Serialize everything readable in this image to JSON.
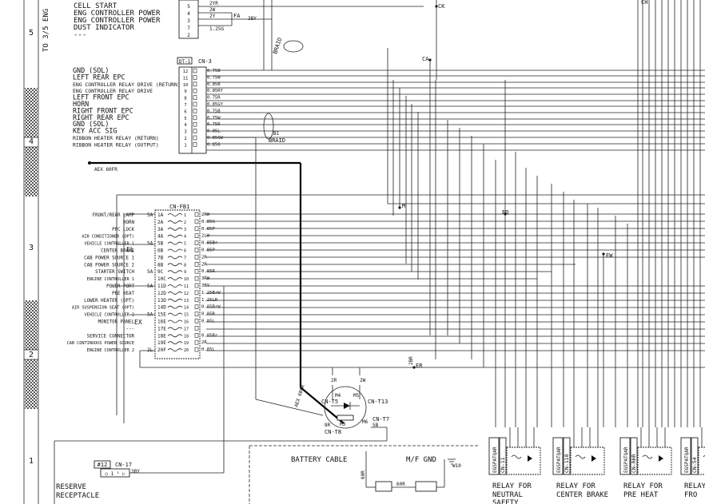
{
  "margin": {
    "zones": [
      "5",
      "4",
      "3",
      "2",
      "1"
    ],
    "side_label": "TO 3/5 ENG"
  },
  "top_block": {
    "lines": [
      "CELL START",
      "ENG CONTROLLER POWER",
      "ENG CONTROLLER POWER",
      "DUST INDICATOR",
      "---"
    ],
    "pins": [
      "5",
      "4",
      "3",
      "7",
      "2"
    ],
    "wires": [
      "2YR",
      "2W",
      "2Y",
      "1.25G"
    ],
    "splice_label": "FA",
    "splice_wire": "3BY",
    "braid": "BRAID",
    "ck": "CK",
    "ch": "CH",
    "ca": "CA"
  },
  "cn3": {
    "tag": "DT-1",
    "name": "CN-3",
    "pins": [
      "12",
      "11",
      "10",
      "9",
      "8",
      "7",
      "6",
      "5",
      "4",
      "3",
      "2",
      "1"
    ],
    "labels": [
      "GND (SOL)",
      "LEFT REAR EPC",
      "ENG CONTROLLER RELAY DRIVE (RETURN)",
      "ENG CONTROLLER RELAY DRIVE",
      "LEFT FRONT EPC",
      "HORN",
      "RIGHT FRONT EPC",
      "RIGHT REAR EPC",
      "GND (SOL)",
      "KEY ACC SIG",
      "RIBBON HEATER RELAY (RETURN)",
      "RIBBON HEATER RELAY (OUTPUT)"
    ],
    "wires": [
      "0.75B",
      "0.75W",
      "0.85B",
      "0.85RY",
      "0.75R",
      "0.85GY",
      "0.75B",
      "0.75W",
      "0.75R",
      "0.85L",
      "0.85GW",
      "0.85G"
    ],
    "braid": "BRAID",
    "braid_id": "B1",
    "aex": "AEX 60FR"
  },
  "cnfb1": {
    "name": "CN-FB1",
    "rows": [
      {
        "label": "FRONT/REAR LAMP",
        "amp": "5A",
        "slot": "1A",
        "wire": "2RW"
      },
      {
        "label": "HORN",
        "amp": "",
        "slot": "2A",
        "wire": "0.85G"
      },
      {
        "label": "PPC LOCK",
        "amp": "",
        "slot": "3A",
        "wire": "0.85P"
      },
      {
        "label": "AIR CONDITIONER (OPT)",
        "amp": "",
        "slot": "4A",
        "wire": "2LW"
      },
      {
        "label": "VEHICLE CONTROLLER 1",
        "amp": "5A",
        "slot": "5B",
        "wire": "0.85Br"
      },
      {
        "label": "CENTER BRAKE",
        "amp": "",
        "slot": "6B",
        "wire": "0.85P"
      },
      {
        "label": "CAB POWER SOURCE 1",
        "amp": "",
        "slot": "7B",
        "wire": "2R"
      },
      {
        "label": "CAB POWER SOURCE 2",
        "amp": "",
        "slot": "8B",
        "wire": "2R"
      },
      {
        "label": "STARTER SWITCH",
        "amp": "5A",
        "slot": "9C",
        "wire": "0.85R"
      },
      {
        "label": "ENGINE CONTROLLER 1",
        "amp": "",
        "slot": "10C",
        "wire": "3RW"
      },
      {
        "label": "POWER PORT",
        "amp": "5A",
        "slot": "11D",
        "wire": "3BY"
      },
      {
        "label": "PRE HEAT",
        "amp": "",
        "slot": "12D",
        "wire": "1.25BrW"
      },
      {
        "label": "LOWER HEATER (OPT)",
        "amp": "",
        "slot": "13D",
        "wire": "1.25LR"
      },
      {
        "label": "AIR SUSPENSION SEAT (OPT)",
        "amp": "",
        "slot": "14D",
        "wire": "0.85BrW"
      },
      {
        "label": "VEHICLE CONTROLLER 2",
        "amp": "5A",
        "slot": "15E",
        "wire": "0.85R"
      },
      {
        "label": "MONITOR PANEL",
        "amp": "",
        "slot": "16E",
        "wire": "0.85L"
      },
      {
        "label": "---",
        "amp": "",
        "slot": "17E",
        "wire": ""
      },
      {
        "label": "SERVICE CONNECTOR",
        "amp": "",
        "slot": "18E",
        "wire": "0.85Br"
      },
      {
        "label": "CAB CONTINUOUS POWER SOURCE",
        "amp": "",
        "slot": "19E",
        "wire": "2R"
      },
      {
        "label": "ENGINE CONTROLLER 2",
        "amp": "2L",
        "slot": "20F",
        "wire": "0.85L"
      }
    ],
    "el": "EL",
    "ex": "EX"
  },
  "splices": {
    "m": "M",
    "eq": "EQ",
    "ew": "EW",
    "er": "ER",
    "er_wire": "2BR"
  },
  "battery": {
    "aex": "AEX 60FR",
    "m4": "M4",
    "m5": "M5",
    "w2l": "2R",
    "w2r": "2W",
    "cnt5": "CN-T5",
    "cnt13": "CN-T13",
    "cnt7": "CN-T7",
    "cnt8": "CN-T8",
    "m6": "M6",
    "m3": "M3",
    "w8r": "8R",
    "w5b": "5B",
    "cable_label": "BATTERY CABLE",
    "gnd_label": "M/F GND",
    "w10": "W10",
    "w60r": "60R"
  },
  "cn17": {
    "tag": "#12",
    "name": "CN-17",
    "wire": "3BY",
    "title_l1": "RESERVE",
    "title_l2": "RECEPTACLE"
  },
  "relays": [
    {
      "id": "CN-11",
      "code": "EGSPATQAR",
      "l1": "RELAY FOR",
      "l2": "NEUTRAL",
      "l3": "SAFETY"
    },
    {
      "id": "CN-118",
      "code": "EGSPATQAR",
      "l1": "RELAY FOR",
      "l2": "CENTER BRAKE",
      "l3": ""
    },
    {
      "id": "CN-RHR",
      "code": "EGSPATQAR",
      "l1": "RELAY FOR",
      "l2": "PRE HEAT",
      "l3": ""
    },
    {
      "id": "CN-54",
      "code": "EGSPATQAR",
      "l1": "RELAY",
      "l2": "FRO",
      "l3": ""
    }
  ]
}
